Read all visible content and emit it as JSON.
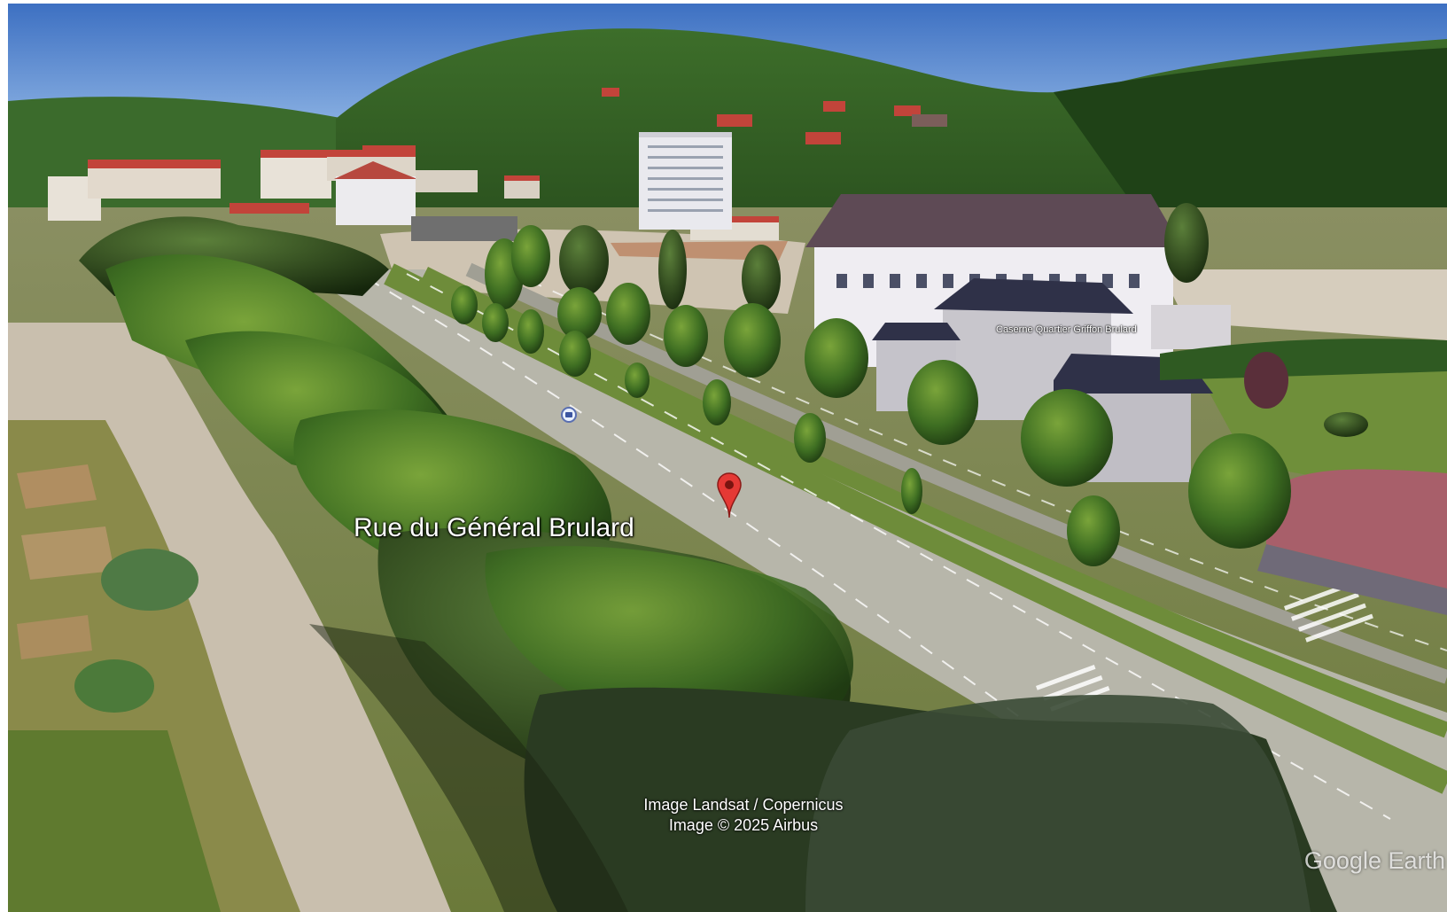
{
  "map": {
    "street_label": "Rue du Général Brulard",
    "poi_label": "Caserne Quartier Griffon Brulard",
    "credits": [
      "Image Landsat / Copernicus",
      "Image © 2025 Airbus"
    ],
    "brand": "Google Earth",
    "marker_icon": "map-pin-icon",
    "transit_icon": "bus-stop-icon",
    "colors": {
      "sky_top": "#3f72c4",
      "sky_horizon": "#9ec3ee",
      "forest": "#2f5a22",
      "road": "#b7b6aa",
      "marker": "#e53935"
    }
  }
}
